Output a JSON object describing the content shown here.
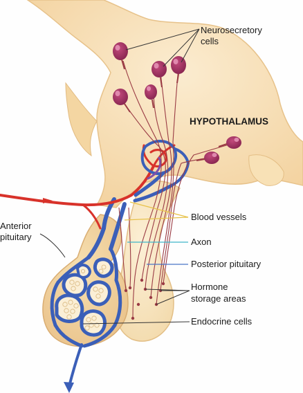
{
  "labels": {
    "neurosecretory_line1": "Neurosecretory",
    "neurosecretory_line2": "cells",
    "hypothalamus": "HYPOTHALAMUS",
    "anterior_line1": "Anterior",
    "anterior_line2": "pituitary",
    "blood_vessels": "Blood vessels",
    "axon": "Axon",
    "posterior_pituitary": "Posterior pituitary",
    "hormone_line1": "Hormone",
    "hormone_line2": "storage areas",
    "endocrine_cells": "Endocrine cells"
  },
  "colors": {
    "hypothalamus_tissue": "#f6dcae",
    "hypothalamus_tissue_edge": "#e9c48c",
    "pituitary_tissue": "#f9e6c0",
    "neuron_body": "#a3305f",
    "neuron_highlight": "#d97aa3",
    "artery": "#d8322a",
    "vein": "#3b5fb8",
    "axon_stroke": "#9a3b44",
    "endocrine_cell": "#fbf1dc",
    "leader_yellow": "#e7c24a",
    "leader_cyan": "#3fb6c9",
    "leader_blue": "#4a74c6",
    "leader_dark": "#333333"
  }
}
